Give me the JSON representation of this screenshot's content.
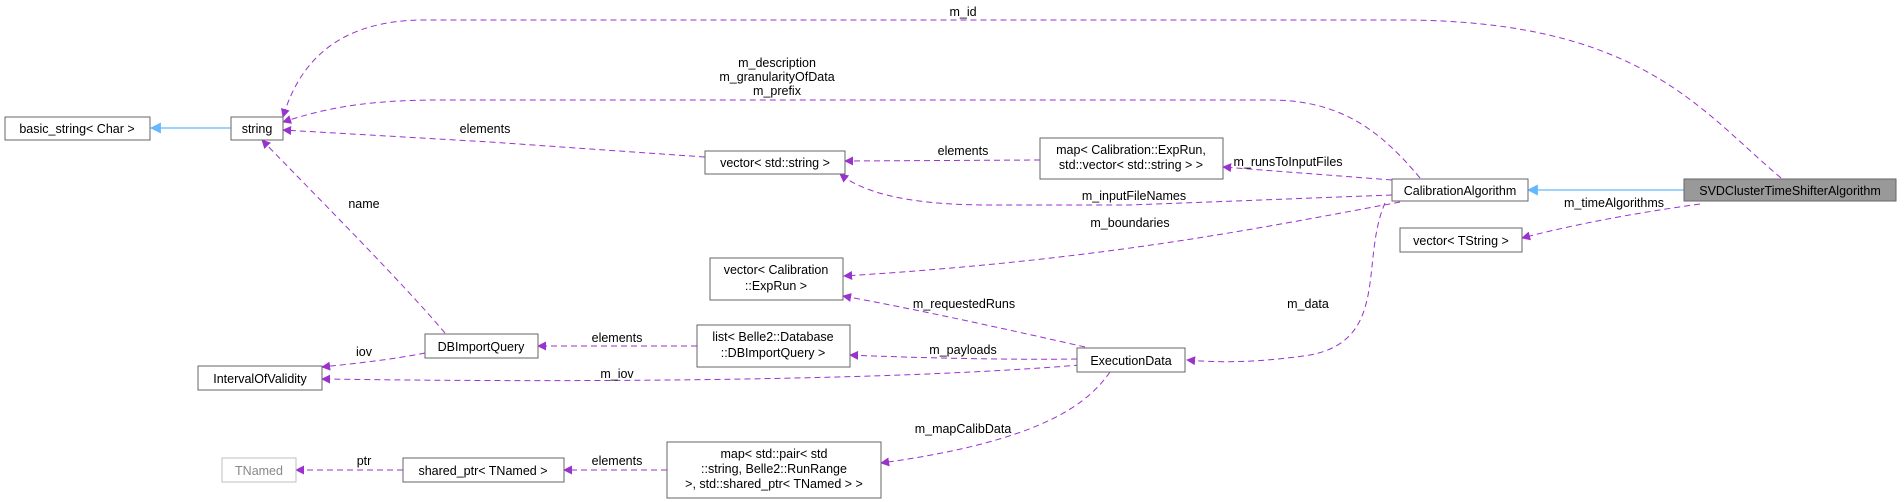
{
  "colors": {
    "usage_edge": "#9a32cd",
    "inherit_edge": "#63b8ff",
    "node_border": "#666666",
    "focus_fill": "#999999"
  },
  "nodes": {
    "svd": "SVDClusterTimeShifterAlgorithm",
    "calib": "CalibrationAlgorithm",
    "vtstring": "vector< TString >",
    "map_run_1": "map< Calibration::ExpRun,",
    "map_run_2": "std::vector< std::string > >",
    "vstring": "vector< std::string >",
    "vexprun_1": "vector< Calibration",
    "vexprun_2": "::ExpRun >",
    "string": "string",
    "basic": "basic_string< Char >",
    "dbq": "DBImportQuery",
    "list_1": "list< Belle2::Database",
    "list_2": "::DBImportQuery >",
    "exec": "ExecutionData",
    "iov": "IntervalOfValidity",
    "map_calib_1": "map< std::pair< std",
    "map_calib_2": "::string, Belle2::RunRange",
    "map_calib_3": ">, std::shared_ptr< TNamed > >",
    "shared": "shared_ptr< TNamed >",
    "tnamed": "TNamed"
  },
  "edge_labels": {
    "m_id": "m_id",
    "m_description": "m_description",
    "m_granularity": "m_granularityOfData",
    "m_prefix": "m_prefix",
    "elements_string": "elements",
    "elements_map": "elements",
    "m_runsToInputFiles": "m_runsToInputFiles",
    "m_inputFileNames": "m_inputFileNames",
    "m_boundaries": "m_boundaries",
    "m_timeAlgorithms": "m_timeAlgorithms",
    "name": "name",
    "m_data": "m_data",
    "m_requestedRuns": "m_requestedRuns",
    "elements_list": "elements",
    "m_payloads": "m_payloads",
    "iov": "iov",
    "m_iov": "m_iov",
    "m_mapCalibData": "m_mapCalibData",
    "elements_shared": "elements",
    "ptr": "ptr"
  }
}
